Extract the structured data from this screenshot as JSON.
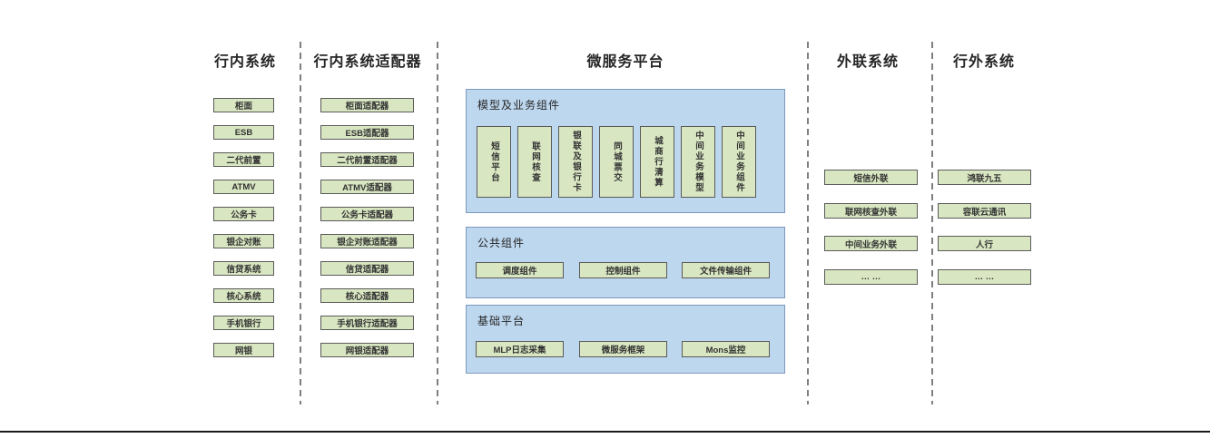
{
  "colors": {
    "background": "#ffffff",
    "green_box_fill": "#d8e6c1",
    "green_box_border": "#5a5a5a",
    "blue_panel_fill": "#bdd7ee",
    "blue_panel_border": "#7d99bd",
    "title_text": "#262626",
    "box_text": "#333333",
    "separator": "#7f7f7f",
    "bottom_rule": "#1a1a1a"
  },
  "columns": [
    {
      "title": "行内系统",
      "items": [
        "柜面",
        "ESB",
        "二代前置",
        "ATMV",
        "公务卡",
        "银企对账",
        "信贷系统",
        "核心系统",
        "手机银行",
        "网银"
      ]
    },
    {
      "title": "行内系统适配器",
      "items": [
        "柜面适配器",
        "ESB适配器",
        "二代前置适配器",
        "ATMV适配器",
        "公务卡适配器",
        "银企对账适配器",
        "信贷适配器",
        "核心适配器",
        "手机银行适配器",
        "网银适配器"
      ]
    },
    {
      "title": "微服务平台",
      "sections": [
        {
          "title": "模型及业务组件",
          "items": [
            "短信平台",
            "联网核查",
            "银联及银行卡",
            "同城票交",
            "城商行清算",
            "中间业务模型",
            "中间业务组件"
          ]
        },
        {
          "title": "公共组件",
          "items": [
            "调度组件",
            "控制组件",
            "文件传输组件"
          ]
        },
        {
          "title": "基础平台",
          "items": [
            "MLP日志采集",
            "微服务框架",
            "Mons监控"
          ]
        }
      ]
    },
    {
      "title": "外联系统",
      "items": [
        "短信外联",
        "联网核查外联",
        "中间业务外联",
        "… …"
      ]
    },
    {
      "title": "行外系统",
      "items": [
        "鸿联九五",
        "容联云通讯",
        "人行",
        "… …"
      ]
    }
  ]
}
